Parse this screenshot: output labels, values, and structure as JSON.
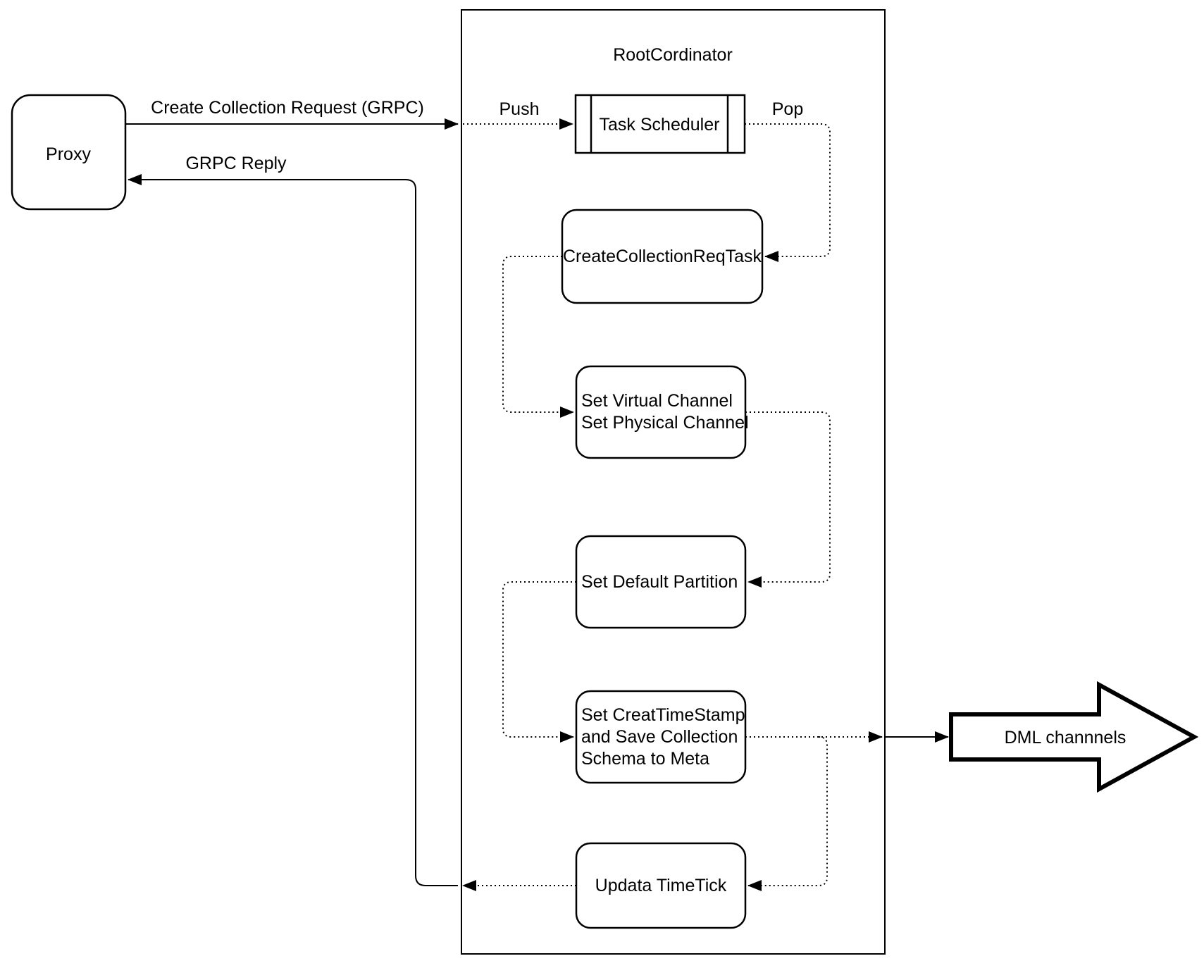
{
  "diagram": {
    "colors": {
      "stroke": "#000000",
      "background": "#ffffff"
    },
    "proxy": {
      "label": "Proxy"
    },
    "container": {
      "title": "RootCordinator"
    },
    "nodes": {
      "task_scheduler": {
        "label": "Task Scheduler"
      },
      "create_collection_req_task": {
        "label": "CreateCollectionReqTask"
      },
      "set_channels": {
        "line1": "Set Virtual Channel",
        "line2": "Set Physical Channel"
      },
      "set_default_partition": {
        "label": "Set Default Partition"
      },
      "set_timestamp": {
        "line1": "Set CreatTimeStamp",
        "line2": "and Save Collection",
        "line3": "Schema to Meta"
      },
      "updata_timetick": {
        "label": "Updata TimeTick"
      }
    },
    "edge_labels": {
      "request": "Create Collection Request (GRPC)",
      "reply": "GRPC Reply",
      "push": "Push",
      "pop": "Pop"
    },
    "dml": {
      "label": "DML channnels"
    }
  }
}
